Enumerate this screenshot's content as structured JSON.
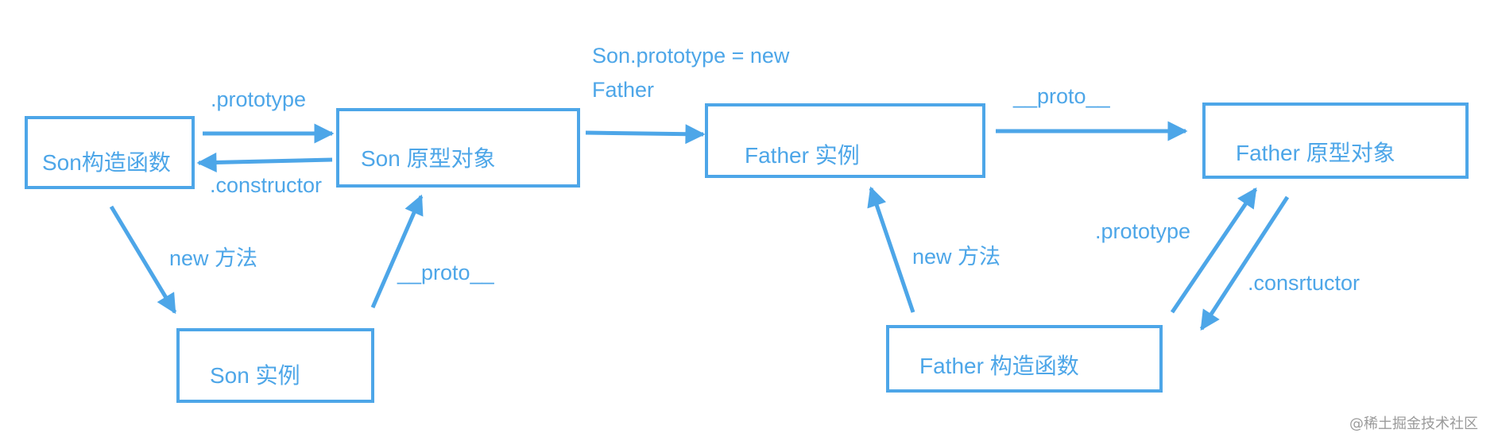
{
  "colors": {
    "accent": "#4da6e8"
  },
  "nodes": {
    "son_constructor": "Son构造函数",
    "son_prototype_object": "Son 原型对象",
    "son_instance": "Son 实例",
    "father_instance": "Father 实例",
    "father_prototype_object": "Father 原型对象",
    "father_constructor": "Father 构造函数"
  },
  "edges": {
    "son_prototype": ".prototype",
    "son_constructor": ".constructor",
    "son_new": "new 方法",
    "son_proto": "__proto__",
    "inherit_line1": "Son.prototype = new",
    "inherit_line2": "Father",
    "father_proto": "__proto__",
    "father_prototype": ".prototype",
    "father_constructor": ".consrtuctor",
    "father_new": "new 方法"
  },
  "watermark": "@稀土掘金技术社区"
}
